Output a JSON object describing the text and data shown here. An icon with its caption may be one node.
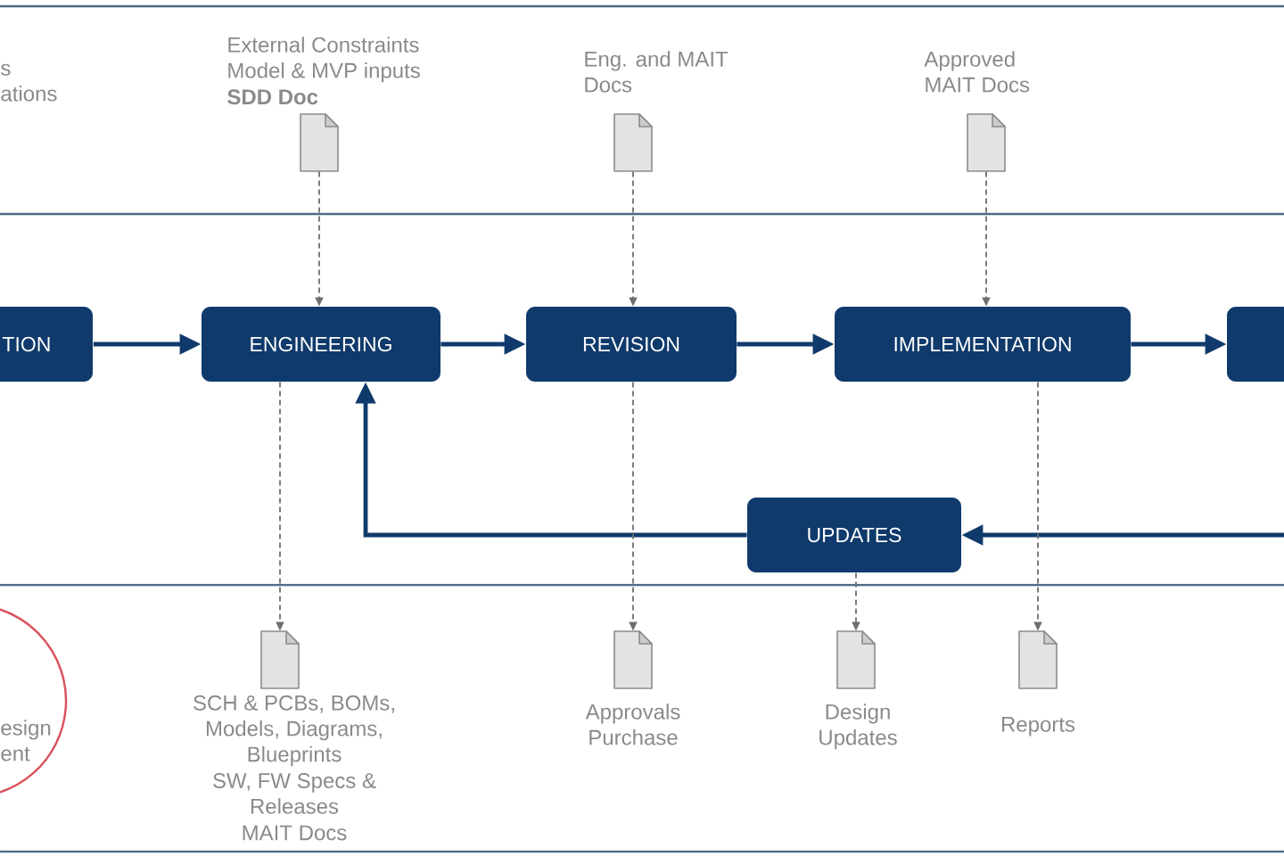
{
  "diagram": {
    "nodes": [
      {
        "text": [],
        "shape": "document",
        "beside": [
          "External Constraints Model & MVP inputs",
          "SDD Doc"
        ]
      },
      {
        "text": [],
        "shape": "document",
        "beside": [
          "Eng. and MAIT Docs"
        ]
      },
      {
        "text": [],
        "shape": "document",
        "beside": [
          "Approved MAIT Docs"
        ]
      },
      {
        "text": [
          "TION"
        ]
      },
      {
        "text": [
          "ENGINEERING"
        ]
      },
      {
        "text": [
          "REVISION"
        ]
      },
      {
        "text": [
          "IMPLEMENTATION"
        ]
      },
      {
        "text": [],
        "shape": "box"
      },
      {
        "text": [
          "UPDATES"
        ]
      },
      {
        "text": [
          "esign ent"
        ]
      },
      {
        "text": [],
        "shape": "document",
        "beside": [
          "SCH & PCBs, BOMs, Models, Diagrams, Blueprints",
          "SW, FW Specs & Releases",
          "MAIT Docs"
        ]
      },
      {
        "text": [],
        "shape": "document",
        "beside": [
          "Approvals Purchase"
        ]
      },
      {
        "text": [],
        "shape": "document",
        "beside": [
          "Design Updates"
        ]
      },
      {
        "text": [],
        "shape": "document",
        "beside": [
          "Reports"
        ]
      }
    ],
    "edges": [
      {
        "from": 3,
        "to": 4,
        "arrow": "to",
        "style": "thick",
        "color": "#0f3a6b"
      },
      {
        "from": 4,
        "to": 5,
        "arrow": "to",
        "style": "thick",
        "color": "#0f3a6b"
      },
      {
        "from": 5,
        "to": 6,
        "arrow": "to",
        "style": "thick",
        "color": "#0f3a6b"
      },
      {
        "from": 6,
        "to": 7,
        "arrow": "to",
        "style": "thick",
        "color": "#0f3a6b"
      },
      {
        "from": null,
        "to": 8,
        "arrow": "to",
        "style": "thick",
        "color": "#0f3a6b"
      },
      {
        "from": 8,
        "to": 4,
        "arrow": "to",
        "style": "thick",
        "color": "#0f3a6b"
      },
      {
        "from": 0,
        "to": 4,
        "arrow": "to",
        "style": "dashed"
      },
      {
        "from": 1,
        "to": 5,
        "arrow": "to",
        "style": "dashed"
      },
      {
        "from": 2,
        "to": 6,
        "arrow": "to",
        "style": "dashed"
      },
      {
        "from": 4,
        "to": 10,
        "arrow": "to",
        "style": "dashed"
      },
      {
        "from": 5,
        "to": 11,
        "arrow": "to",
        "style": "dashed"
      },
      {
        "from": 8,
        "to": 12,
        "arrow": "to",
        "style": "dashed"
      },
      {
        "from": 6,
        "to": 13,
        "arrow": "to",
        "style": "dashed"
      }
    ],
    "labels": [
      "s ations"
    ]
  }
}
